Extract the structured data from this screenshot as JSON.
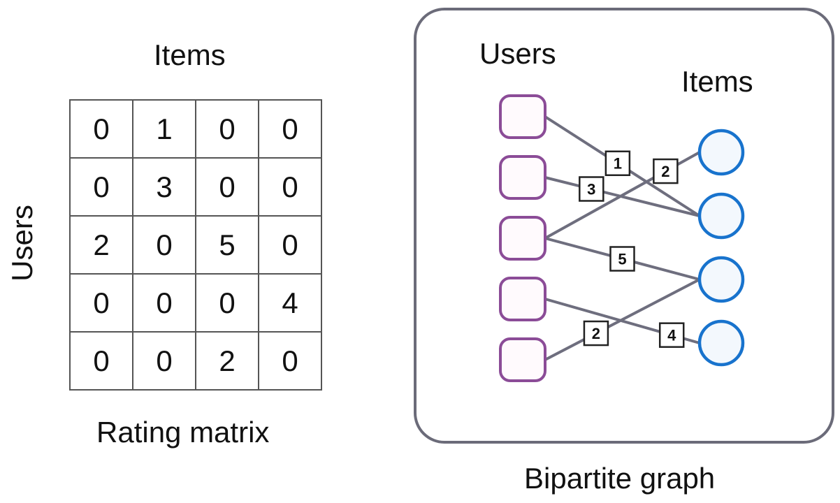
{
  "matrix": {
    "title": "Items",
    "row_axis_label": "Users",
    "caption": "Rating matrix",
    "rows": [
      [
        0,
        1,
        0,
        0
      ],
      [
        0,
        3,
        0,
        0
      ],
      [
        2,
        0,
        5,
        0
      ],
      [
        0,
        0,
        0,
        4
      ],
      [
        0,
        0,
        2,
        0
      ]
    ]
  },
  "graph": {
    "users_label": "Users",
    "items_label": "Items",
    "caption": "Bipartite graph",
    "user_count": 5,
    "item_count": 4,
    "user_node_color": "#8b4c97",
    "item_node_color": "#1873cd",
    "edge_color": "#6e6e7e",
    "edges": [
      {
        "user": 1,
        "item": 2,
        "weight": "1"
      },
      {
        "user": 2,
        "item": 2,
        "weight": "3"
      },
      {
        "user": 3,
        "item": 1,
        "weight": "2"
      },
      {
        "user": 3,
        "item": 3,
        "weight": "5"
      },
      {
        "user": 4,
        "item": 4,
        "weight": "4"
      },
      {
        "user": 5,
        "item": 3,
        "weight": "2"
      }
    ]
  }
}
